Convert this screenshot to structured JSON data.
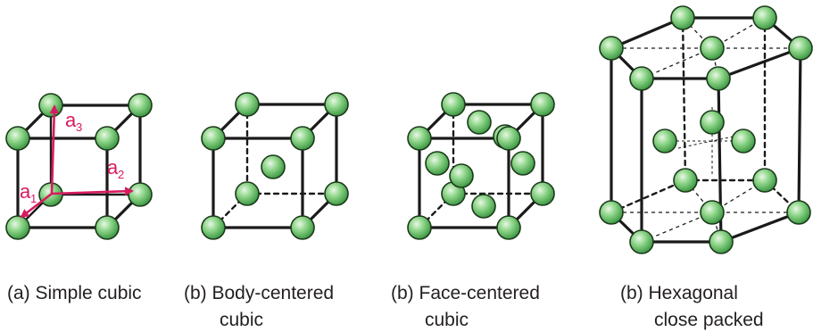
{
  "colors": {
    "atom_fill_light": "#e8f7e4",
    "atom_fill_mid": "#8fd68a",
    "atom_fill_dark": "#3f9a45",
    "atom_stroke": "#1c3a1c",
    "edge": "#1a1a1a",
    "vector": "#d81b60"
  },
  "panels": [
    {
      "id": "simple-cubic",
      "caption_lines": [
        "(a) Simple cubic"
      ]
    },
    {
      "id": "body-centered-cubic",
      "caption_lines": [
        "(b) Body-centered",
        "cubic"
      ]
    },
    {
      "id": "face-centered-cubic",
      "caption_lines": [
        "(b) Face-centered",
        "cubic"
      ]
    },
    {
      "id": "hexagonal-close-packed",
      "caption_lines": [
        "(b) Hexagonal",
        "close packed"
      ]
    }
  ],
  "vectors": [
    {
      "label": "a",
      "subscript": "1"
    },
    {
      "label": "a",
      "subscript": "2"
    },
    {
      "label": "a",
      "subscript": "3"
    }
  ]
}
